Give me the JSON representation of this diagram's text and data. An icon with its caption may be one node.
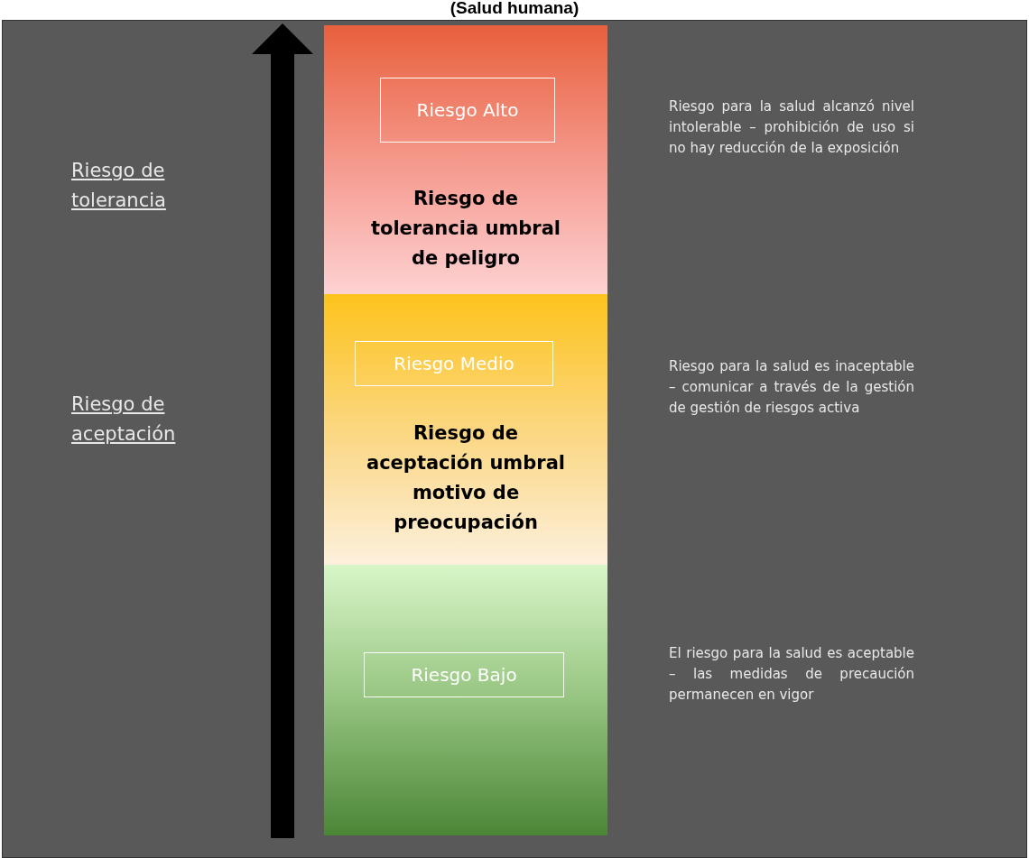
{
  "diagram": {
    "title": "(Salud humana)",
    "nodes": [
      {
        "text": [
          "Riesgo de tolerancia umbral de peligro"
        ]
      },
      {
        "text": [
          "Riesgo Alto"
        ],
        "in": 0
      },
      {
        "text": [
          "Riesgo de aceptación umbral motivo de preocupación"
        ]
      },
      {
        "text": [
          "Riesgo Medio"
        ],
        "in": 2
      },
      {
        "text": [],
        "shape": "bar"
      },
      {
        "text": [
          "Riesgo Bajo"
        ],
        "in": 4
      }
    ],
    "edges": [],
    "labels": [
      "Riesgo de tolerancia",
      "Riesgo para la salud alcanzó nivel intolerable – prohibición de uso si no hay reducción de la exposición",
      "Riesgo de aceptación",
      "Riesgo para la salud es inaceptable – comunicar a través de la gestión de gestión de riesgos activa",
      "El riesgo para la salud es aceptable – las medidas de precaución permanecen en vigor"
    ]
  }
}
